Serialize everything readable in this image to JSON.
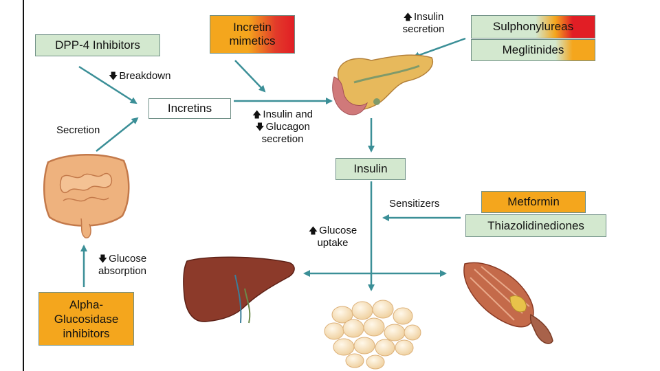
{
  "boxes": {
    "dpp4": "DPP-4 Inhibitors",
    "incretin_mimetics": "Incretin mimetics",
    "incretins": "Incretins",
    "sulphonylureas": "Sulphonylureas",
    "meglitinides": "Meglitinides",
    "insulin": "Insulin",
    "metformin": "Metformin",
    "thiazolidinediones": "Thiazolidinediones",
    "alpha_glucosidase": "Alpha-Glucosidase inhibitors"
  },
  "labels": {
    "breakdown": "Breakdown",
    "secretion": "Secretion",
    "insulin_glucagon_1": "Insulin and",
    "insulin_glucagon_2": "Glucagon",
    "insulin_glucagon_3": "secretion",
    "insulin_secretion_1": "Insulin",
    "insulin_secretion_2": "secretion",
    "sensitizers": "Sensitizers",
    "glucose_uptake_1": "Glucose",
    "glucose_uptake_2": "uptake",
    "glucose_absorption_1": "Glucose",
    "glucose_absorption_2": "absorption"
  },
  "glyphs": {
    "up": "🡅",
    "down": "🡇"
  },
  "icons": [
    "pancreas-icon",
    "intestine-icon",
    "liver-icon",
    "fat-cells-icon",
    "muscle-icon"
  ],
  "colors": {
    "arrow": "#3b8f97",
    "box_green": "#d3e8cf",
    "box_orange": "#f4a61d",
    "box_red": "#e11e25"
  }
}
